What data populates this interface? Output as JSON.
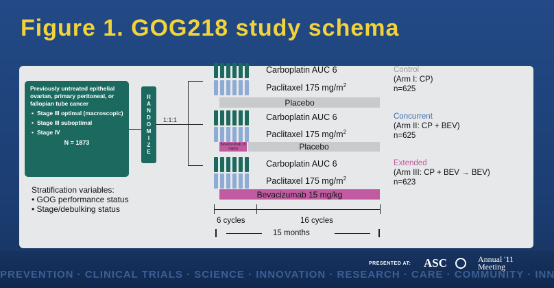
{
  "title": "Figure 1. GOG218 study schema",
  "colors": {
    "background": "#1d3f73",
    "title": "#f2d33a",
    "panel": "#e6e8e9",
    "box": "#1c6a5f",
    "carboplatin": "#1c6a5f",
    "paclitaxel": "#8eabd6",
    "placebo": "#c9cacb",
    "bevacizumab": "#c05ba2",
    "control": "#9a9a9a",
    "concurrent": "#3b6db3",
    "extended": "#c05ba2"
  },
  "eligibility": {
    "description": "Previously untreated epithelial ovarian, primary peritoneal, or fallopian tube cancer",
    "criteria": [
      "Stage III optimal (macroscopic)",
      "Stage III suboptimal",
      "Stage IV"
    ],
    "n": "N = 1873"
  },
  "randomize": [
    "R",
    "A",
    "N",
    "D",
    "O",
    "M",
    "I",
    "Z",
    "E"
  ],
  "ratio": "1:1:1",
  "drugs": {
    "carboplatin": "Carboplatin AUC 6",
    "paclitaxel": "Paclitaxel 175 mg/m",
    "paclitaxel_sup": "2",
    "placebo": "Placebo",
    "bevacizumab": "Bevacizumab 15 mg/kg",
    "bevacizumab_small": "Bevacizumab 15 mg/kg"
  },
  "arms": [
    {
      "name": "Control",
      "desc": "(Arm I: CP)",
      "n": "n=625"
    },
    {
      "name": "Concurrent",
      "desc": "(Arm II: CP + BEV)",
      "n": "n=625"
    },
    {
      "name": "Extended",
      "desc": "(Arm III: CP + BEV → BEV)",
      "n": "n=623"
    }
  ],
  "stratification": {
    "heading": "Stratification variables:",
    "items": [
      "• GOG performance status",
      "• Stage/debulking status"
    ]
  },
  "timeline": {
    "cycles_a": "6 cycles",
    "cycles_b": "16 cycles",
    "months": "15 months"
  },
  "footer": {
    "presented_at": "PRESENTED AT:",
    "asco": "ASC",
    "annual": "Annual '11",
    "meeting": "Meeting",
    "words": "PREVENTION  ·  CLINICAL TRIALS  ·  SCIENCE  ·  INNOVATION  ·  RESEARCH  ·  CARE  ·  COMMUNITY  ·  INNOVATION  ·  PREVENTION  ·  SCIENCE"
  }
}
